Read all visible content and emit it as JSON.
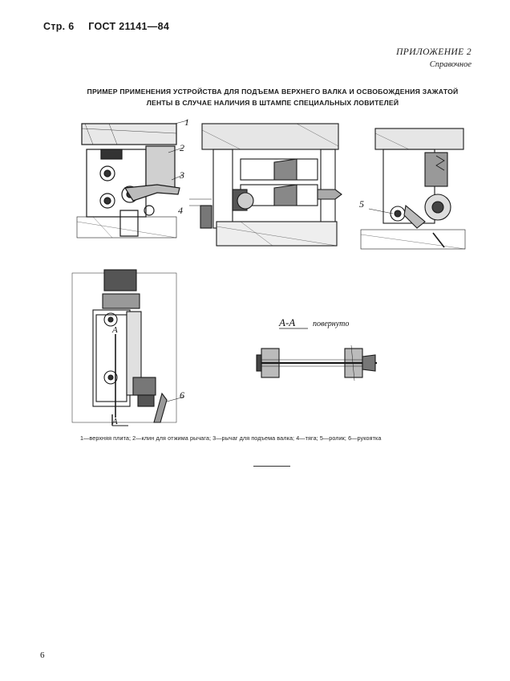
{
  "header": {
    "page": "Стр. 6",
    "standard": "ГОСТ 21141—84"
  },
  "appendix": {
    "title": "ПРИЛОЖЕНИЕ 2",
    "subtitle": "Справочное"
  },
  "title": {
    "line1": "ПРИМЕР ПРИМЕНЕНИЯ УСТРОЙСТВА ДЛЯ ПОДЪЕМА ВЕРХНЕГО ВАЛКА И ОСВОБОЖДЕНИЯ ЗАЖАТОЙ",
    "line2": "ЛЕНТЫ В СЛУЧАЕ НАЛИЧИЯ В ШТАМПЕ СПЕЦИАЛЬНЫХ ЛОВИТЕЛЕЙ"
  },
  "figure": {
    "callouts": [
      "1",
      "2",
      "3",
      "4",
      "5",
      "6"
    ],
    "section_marker": "А",
    "section_title": "А-А",
    "section_note": "повернуто"
  },
  "caption": "1—верхняя плита; 2—клин для отжима рычага; 3—рычаг для подъема валка; 4—тяга; 5—ролик; 6—рукоятка",
  "page_number": "6"
}
